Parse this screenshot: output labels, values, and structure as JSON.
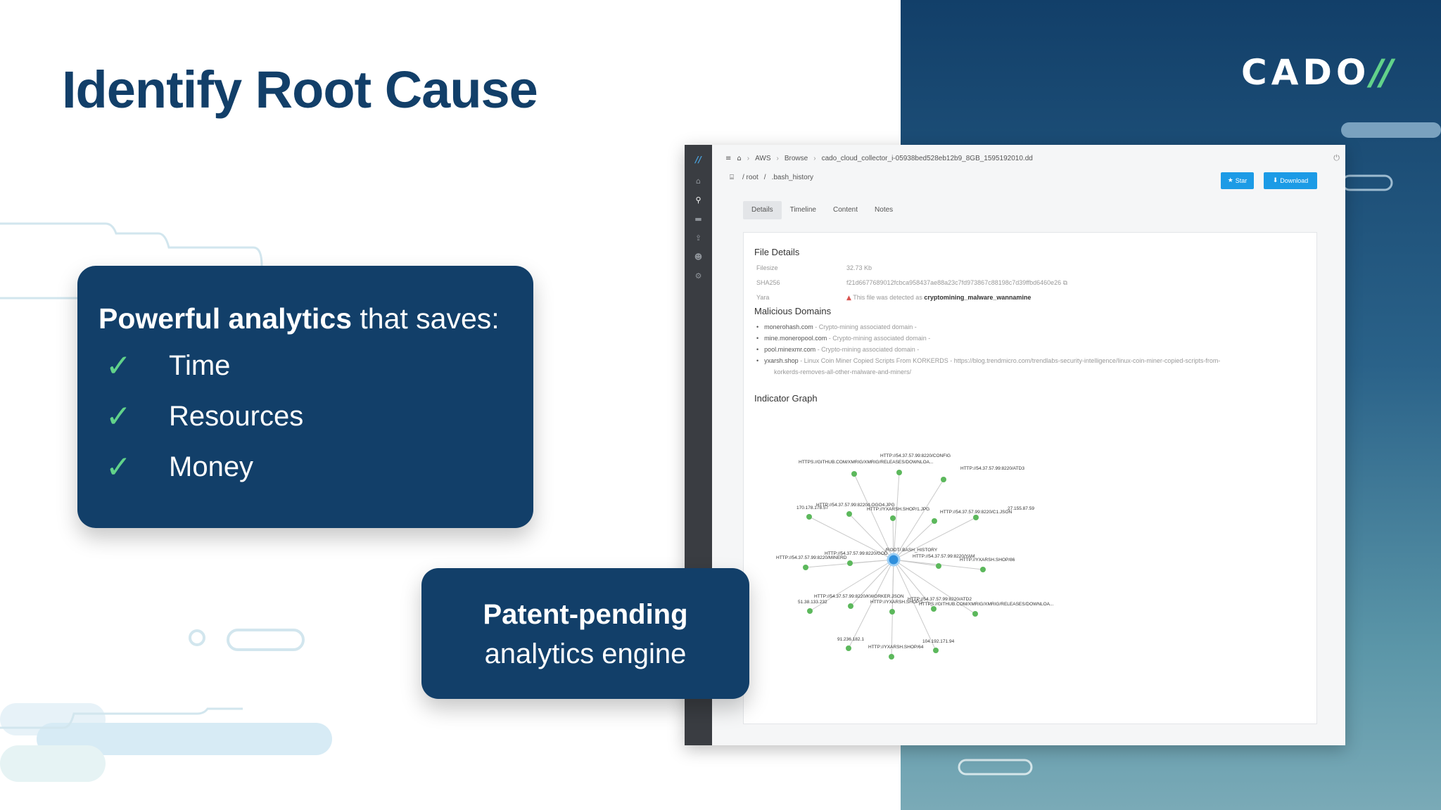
{
  "slide": {
    "headline_bold": "Identify",
    "headline_rest": " Root Cause",
    "logo_text": "CADO",
    "logo_mark": "//",
    "benefits_card": {
      "title_bold": "Powerful analytics",
      "title_rest": " that saves:",
      "items": [
        "Time",
        "Resources",
        "Money"
      ]
    },
    "patent_card": {
      "line1": "Patent-pending",
      "line2": "analytics engine"
    },
    "colors": {
      "navy": "#123f69",
      "check_green": "#62d28a",
      "accent_blue": "#1c9be6"
    }
  },
  "app": {
    "breadcrumb": [
      "AWS",
      "Browse",
      "cado_cloud_collector_i-05938bed528eb12b9_8GB_1595192010.dd"
    ],
    "path": [
      "/ root",
      "/",
      ".bash_history"
    ],
    "buttons": {
      "star": "Star",
      "download": "Download"
    },
    "tabs": [
      "Details",
      "Timeline",
      "Content",
      "Notes"
    ],
    "active_tab": "Details",
    "file_details": {
      "title": "File Details",
      "filesize_label": "Filesize",
      "filesize_value": "32.73 Kb",
      "sha_label": "SHA256",
      "sha_value": "f21d6677689012fcbca958437ae88a23c7fd973867c88198c7d39ffbd6460e26",
      "yara_label": "Yara",
      "yara_prefix": "This file was detected as",
      "yara_match": "cryptomining_malware_wannamine"
    },
    "malicious_domains": {
      "title": "Malicious Domains",
      "items": [
        {
          "domain": "monerohash.com",
          "desc": " - Crypto-mining associated domain -"
        },
        {
          "domain": "mine.moneropool.com",
          "desc": " - Crypto-mining associated domain -"
        },
        {
          "domain": "pool.minexmr.com",
          "desc": " - Crypto-mining associated domain -"
        },
        {
          "domain": "yxarsh.shop",
          "desc": " - Linux Coin Miner Copied Scripts From KORKERDS - https://blog.trendmicro.com/trendlabs-security-intelligence/linux-coin-miner-copied-scripts-from-"
        }
      ],
      "continuation": "korkerds-removes-all-other-malware-and-miners/"
    },
    "indicator_graph": {
      "title": "Indicator Graph",
      "center_label": "/ROOT/.BASH_HISTORY",
      "nodes": [
        "HTTPS://GITHUB.COM/XMRIG/XMRIG/RELEASES/DOWNLOA...",
        "HTTP://54.37.57.99:8220/CONFIG",
        "HTTP://54.37.57.99:8220/ATD3",
        "170.178.178.57",
        "HTTP://54.37.57.99:8220/LOGO4.JPG",
        "HTTP://YXARSH.SHOP/1.JPG",
        "HTTP://54.37.57.99:8220/C1.JSON",
        "27.155.87.59",
        "HTTP://54.37.57.99:8220/MINERD",
        "HTTP://54.37.57.99:8220/GOD",
        "HTTP://54.37.57.99:8220/YAM",
        "HTTP://YXARSH.SHOP/86",
        "HTTP://54.37.57.99:8220/KWORKER.JSON",
        "51.38.133.232",
        "HTTP://YXARSH.SHOP/1",
        "HTTP://54.37.57.99:8220/ATD2",
        "HTTPS://GITHUB.COM/XMRIG/XMRIG/RELEASES/DOWNLOA...",
        "91.236.182.1",
        "HTTP://YXARSH.SHOP/64",
        "104.192.171.94"
      ]
    }
  }
}
